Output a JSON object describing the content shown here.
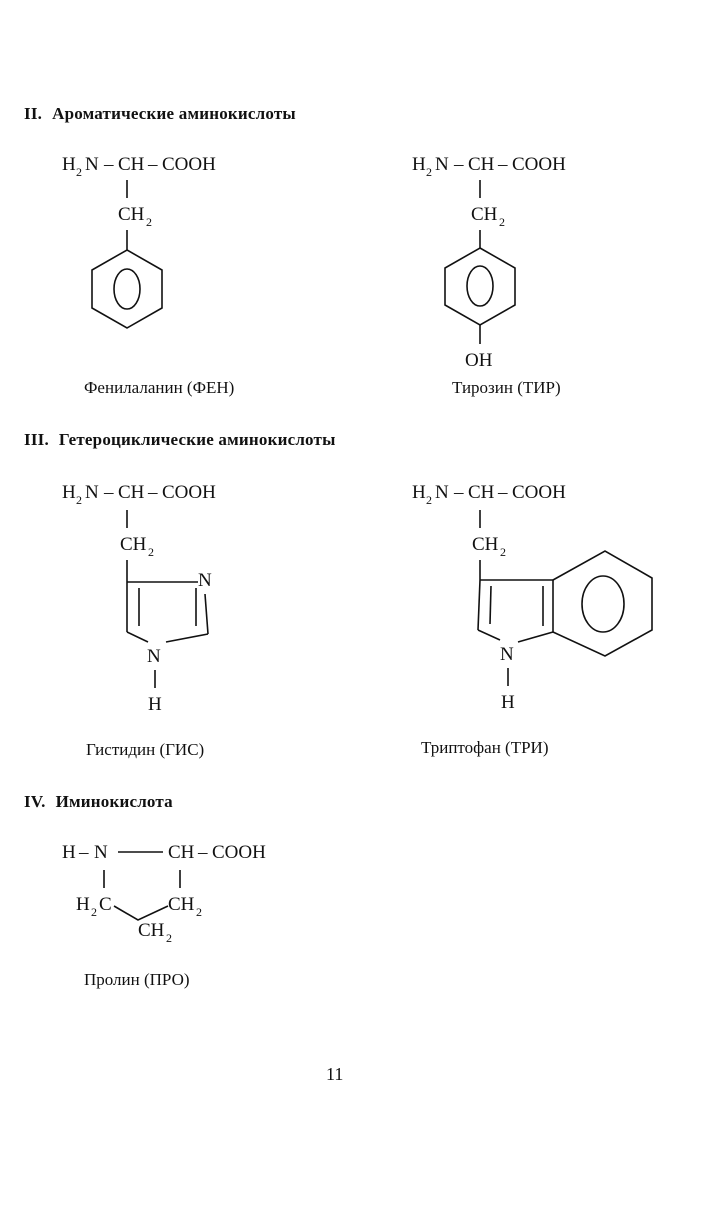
{
  "sections": {
    "aromatic": {
      "number": "II.",
      "title": "Ароматические аминокислоты"
    },
    "heterocyclic": {
      "number": "III.",
      "title": "Гетероциклические аминокислоты"
    },
    "imino": {
      "number": "IV.",
      "title": "Иминокислота"
    }
  },
  "formula": {
    "h": "H",
    "n": "N",
    "two": "2",
    "dash": "–",
    "ch": "CH",
    "cooh": "COOH",
    "oh": "OH",
    "c": "C"
  },
  "captions": {
    "phe": "Фенилаланин (ФЕН)",
    "tyr": "Тирозин (ТИР)",
    "his": "Гистидин (ГИС)",
    "trp": "Триптофан (ТРИ)",
    "pro": "Пролин (ПРО)"
  },
  "page_number": "11"
}
